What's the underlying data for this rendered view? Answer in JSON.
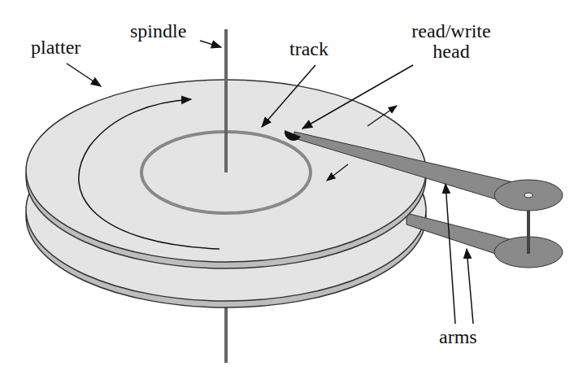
{
  "diagram": {
    "labels": [
      "platter",
      "spindle",
      "track",
      "read/write head",
      "arms"
    ]
  }
}
